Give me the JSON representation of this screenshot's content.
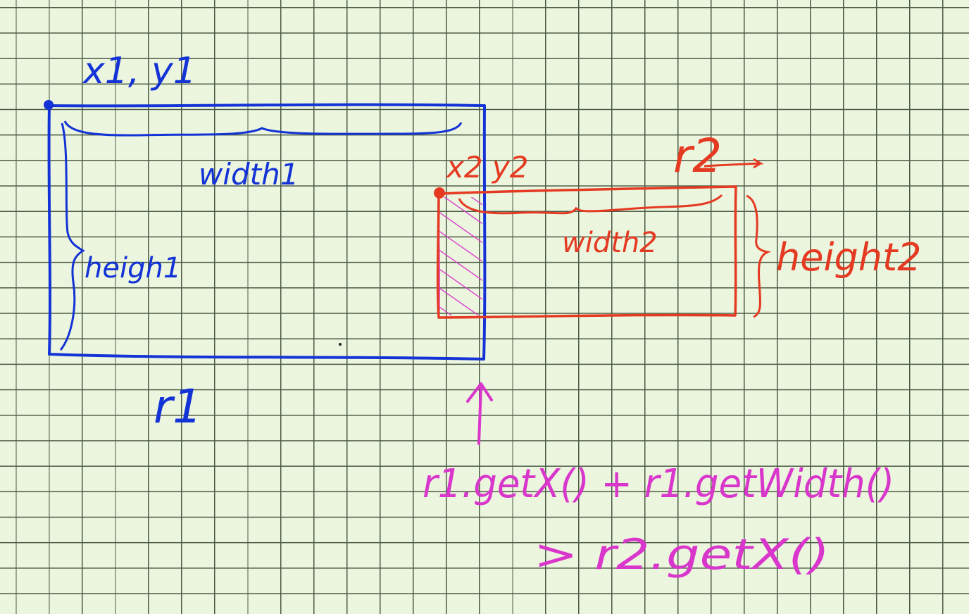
{
  "colors": {
    "grid": "#4a5a44",
    "paper": "#ecf5de",
    "rect1": "#1333d6",
    "rect2": "#e53a22",
    "overlap": "#d936cc"
  },
  "rect1": {
    "corner_label": "x1, y1",
    "width_label": "width1",
    "height_label": "heigh1",
    "name_label": "r1"
  },
  "rect2": {
    "corner_label": "x2 y2",
    "width_label": "width2",
    "height_label": "height2",
    "name_label": "r2"
  },
  "condition": {
    "line1": "r1.getX() + r1.getWidth()",
    "line2": "> r2.getX()"
  }
}
